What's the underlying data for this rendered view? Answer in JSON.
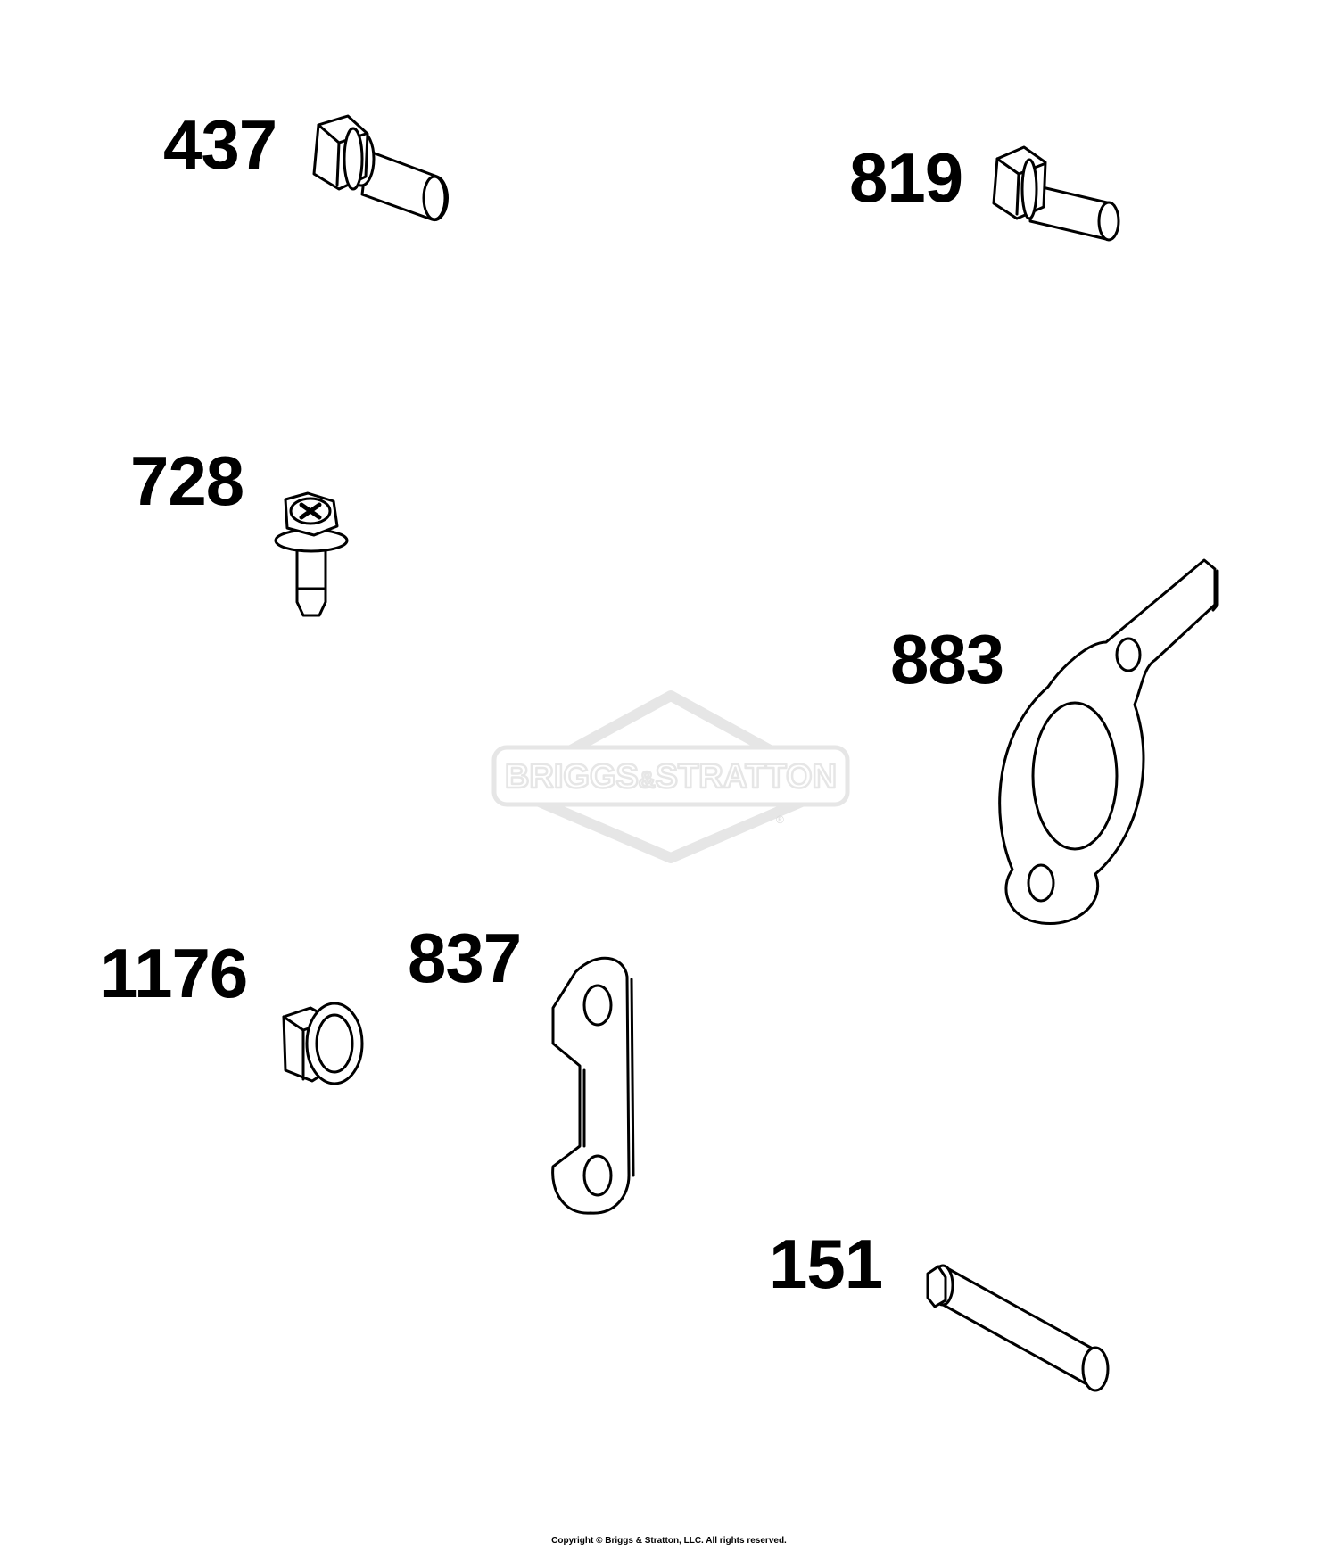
{
  "parts": [
    {
      "label": "437",
      "name": "flange-bolt"
    },
    {
      "label": "819",
      "name": "flange-bolt"
    },
    {
      "label": "728",
      "name": "cross-head-screw"
    },
    {
      "label": "883",
      "name": "gasket"
    },
    {
      "label": "1176",
      "name": "flange-nut"
    },
    {
      "label": "837",
      "name": "lock-plate"
    },
    {
      "label": "151",
      "name": "stud"
    }
  ],
  "watermark": {
    "brand_left": "BRIGGS",
    "brand_amp": "&",
    "brand_right": "STRATTON",
    "registered": "®",
    "color": "#e6e6e6"
  },
  "footer": {
    "copyright": "Copyright © Briggs & Stratton, LLC. All rights reserved."
  },
  "colors": {
    "line": "#000000",
    "background": "#ffffff"
  }
}
